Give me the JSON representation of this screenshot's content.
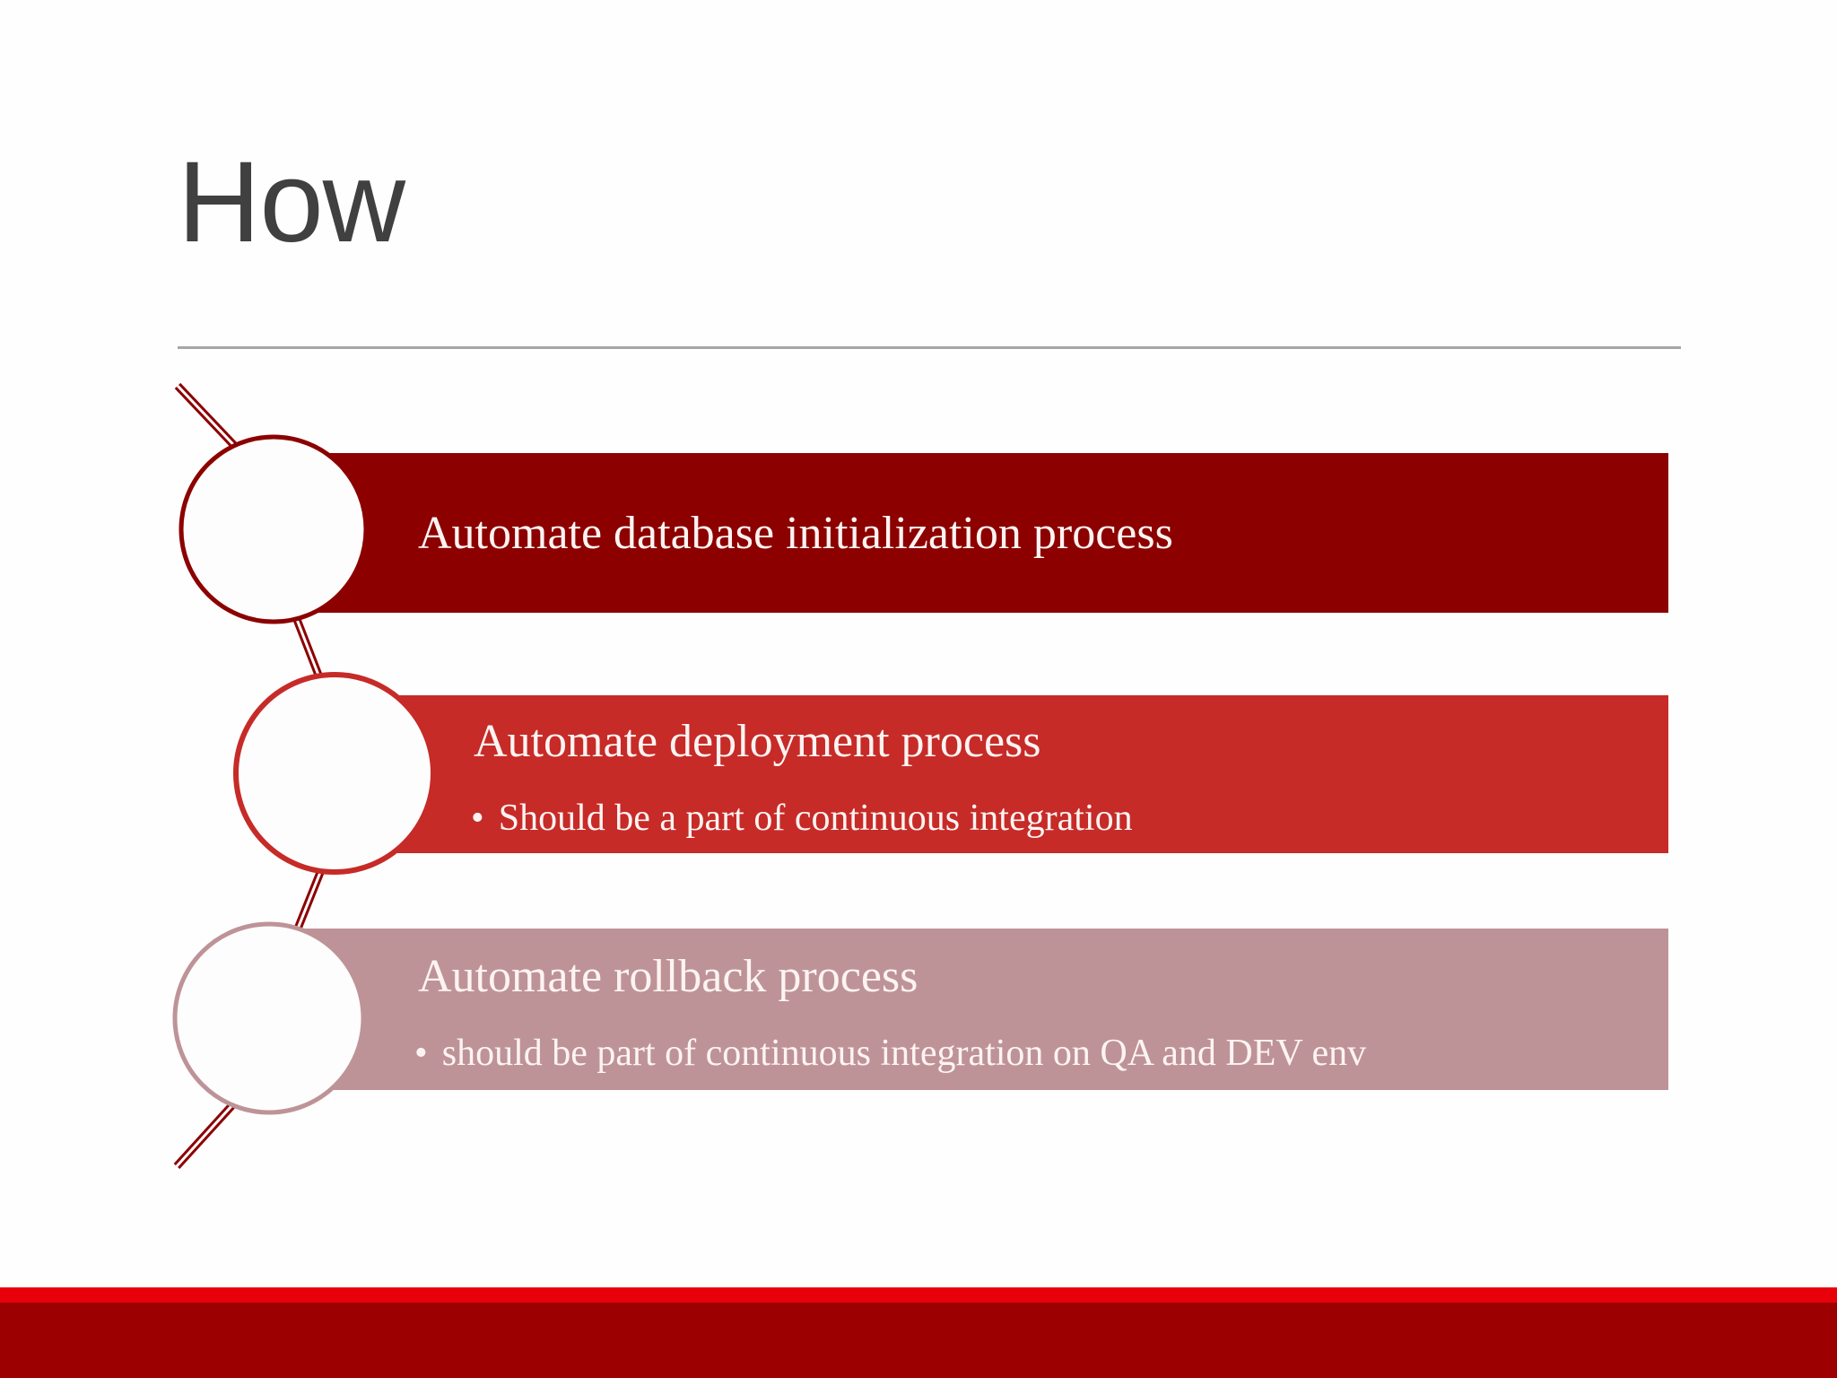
{
  "slide": {
    "title": "How",
    "background_color": "#FEFEFE",
    "title_color": "#404040",
    "rule_color": "#A6A6A6"
  },
  "rows": [
    {
      "heading": "Automate database initialization process",
      "bullets": [],
      "band_color": "#8C0000",
      "circle_stroke": "#8C0000"
    },
    {
      "heading": "Automate deployment process",
      "bullets": [
        "Should be a part of continuous integration"
      ],
      "band_color": "#C62B28",
      "circle_stroke": "#C62B28"
    },
    {
      "heading": "Automate rollback process",
      "bullets": [
        "should be part of continuous integration on QA and DEV env"
      ],
      "band_color": "#BE9398",
      "circle_stroke": "#BE9398"
    }
  ],
  "bullet_glyph": "•",
  "connector": {
    "color": "#8C0000",
    "style": "double-line"
  },
  "footer": {
    "stripe_color": "#E8000A",
    "body_color": "#9C0000"
  }
}
